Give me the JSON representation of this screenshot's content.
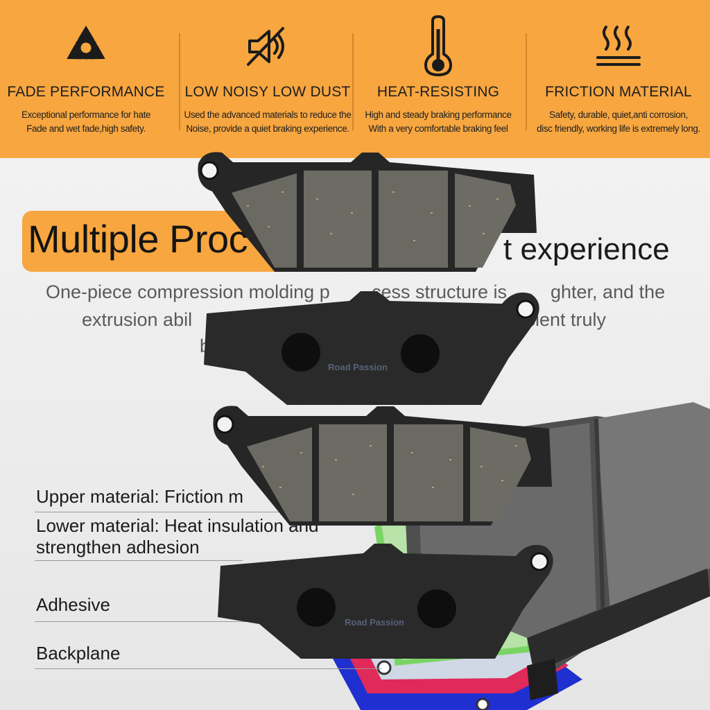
{
  "features": [
    {
      "icon": "recycle-icon",
      "title": "FADE PERFORMANCE",
      "desc": [
        "Exceptional performance for hate",
        "Fade and wet fade,high safety."
      ]
    },
    {
      "icon": "mute-speaker-icon",
      "title": "LOW NOISY LOW DUST",
      "desc": [
        "Used the advanced materials to reduce the",
        "Noise, provide a quiet braking experience."
      ]
    },
    {
      "icon": "thermometer-icon",
      "title": "HEAT-RESISTING",
      "desc": [
        "High and steady braking performance",
        "With a very comfortable braking feel"
      ]
    },
    {
      "icon": "heat-waves-icon",
      "title": "FRICTION MATERIAL",
      "desc": [
        "Safety, durable, quiet,anti corrosion,",
        "disc friendly, working life is extremely long."
      ]
    }
  ],
  "headline": {
    "left": "Multiple Proc",
    "right": "t experience"
  },
  "paragraph": {
    "line1a": "One-piece compression molding p",
    "line1b": "cess structure is",
    "line1c": "ghter, and the",
    "line2a": "extrusion abil",
    "line2b": "fficient truly",
    "line3a": "b"
  },
  "pad_brand": "Road Passion",
  "layers": {
    "upper": "Upper material:  Friction m",
    "lower1": "Lower material:  Heat insulation and",
    "lower2": "strengthen adhesion",
    "adhesive": "Adhesive",
    "backplane": "Backplane"
  }
}
